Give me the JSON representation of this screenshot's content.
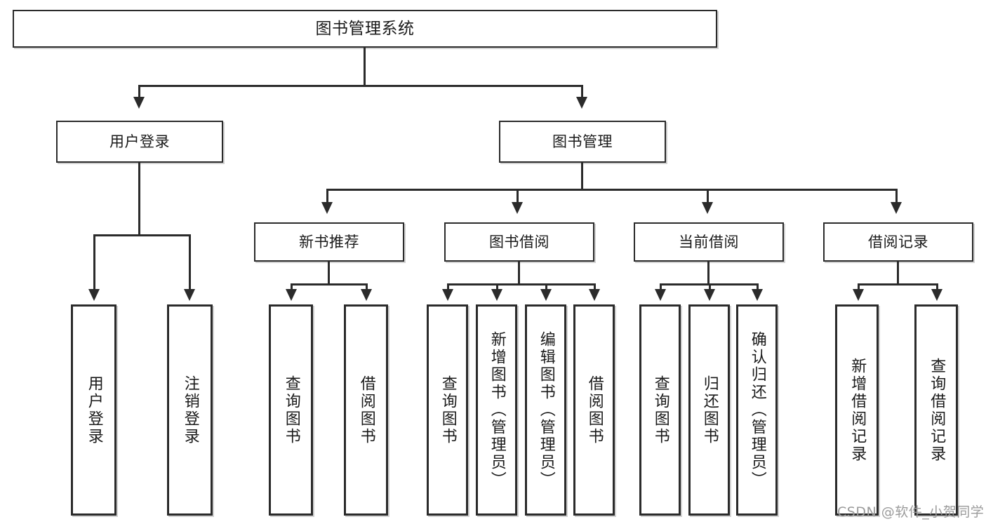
{
  "diagram": {
    "type": "tree",
    "title": "图书管理系统",
    "orientation": "top-down",
    "colors": {
      "stroke": "#2b2b2b",
      "fill": "#ffffff",
      "text": "#1a1a1a",
      "watermark": "#9b9b9b"
    },
    "root": {
      "label": "图书管理系统"
    },
    "level2": [
      {
        "id": "user-login",
        "label": "用户登录"
      },
      {
        "id": "book-manage",
        "label": "图书管理"
      }
    ],
    "level3": [
      {
        "id": "new-book-rec",
        "label": "新书推荐"
      },
      {
        "id": "book-borrow",
        "label": "图书借阅"
      },
      {
        "id": "current-borrow",
        "label": "当前借阅"
      },
      {
        "id": "borrow-record",
        "label": "借阅记录"
      }
    ],
    "leaves": {
      "user-login": [
        {
          "id": "leaf-user-login",
          "label": "用户登录"
        },
        {
          "id": "leaf-user-logout",
          "label": "注销登录"
        }
      ],
      "new-book-rec": [
        {
          "id": "leaf-query-book-1",
          "label": "查询图书"
        },
        {
          "id": "leaf-borrow-book-1",
          "label": "借阅图书"
        }
      ],
      "book-borrow": [
        {
          "id": "leaf-query-book-2",
          "label": "查询图书"
        },
        {
          "id": "leaf-add-book",
          "label": "新增图书（管理员）"
        },
        {
          "id": "leaf-edit-book",
          "label": "编辑图书（管理员）"
        },
        {
          "id": "leaf-borrow-book-2",
          "label": "借阅图书"
        }
      ],
      "current-borrow": [
        {
          "id": "leaf-query-book-3",
          "label": "查询图书"
        },
        {
          "id": "leaf-return-book",
          "label": "归还图书"
        },
        {
          "id": "leaf-confirm-return",
          "label": "确认归还（管理员）"
        }
      ],
      "borrow-record": [
        {
          "id": "leaf-add-record",
          "label": "新增借阅记录"
        },
        {
          "id": "leaf-query-record",
          "label": "查询借阅记录"
        }
      ]
    }
  },
  "watermark": {
    "text": "CSDN @软件_小贺同学"
  }
}
